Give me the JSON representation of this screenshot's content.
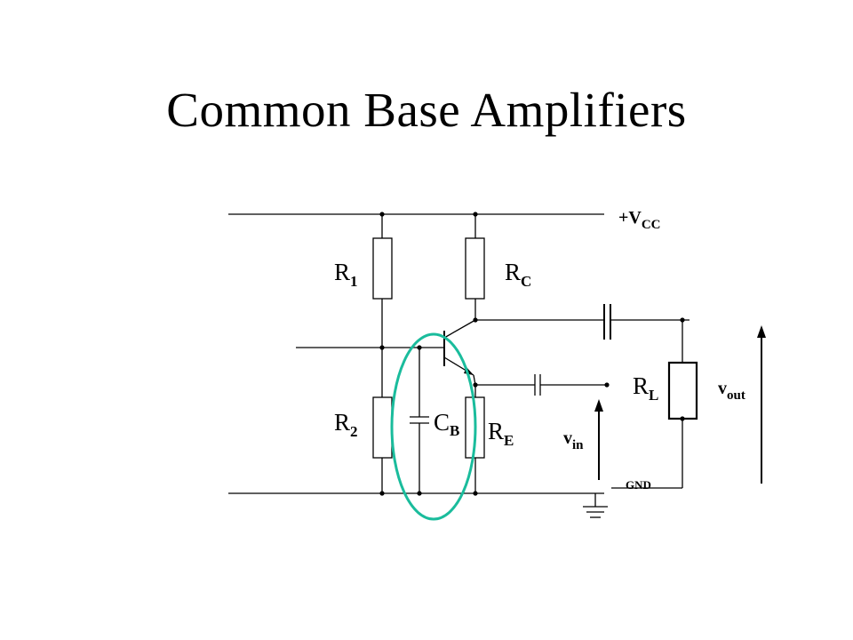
{
  "title": "Common Base Amplifiers",
  "labels": {
    "vcc": {
      "main": "+V",
      "sub": "CC"
    },
    "r1": {
      "main": "R",
      "sub": "1"
    },
    "rc": {
      "main": "R",
      "sub": "C"
    },
    "r2": {
      "main": "R",
      "sub": "2"
    },
    "cb": {
      "main": "C",
      "sub": "B"
    },
    "re": {
      "main": "R",
      "sub": "E"
    },
    "rl": {
      "main": "R",
      "sub": "L"
    },
    "vin": {
      "main": "v",
      "sub": "in"
    },
    "vout": {
      "main": "v",
      "sub": "out"
    },
    "gnd": "GND"
  },
  "colors": {
    "highlight": "#1abc9c",
    "wire": "#000000"
  }
}
